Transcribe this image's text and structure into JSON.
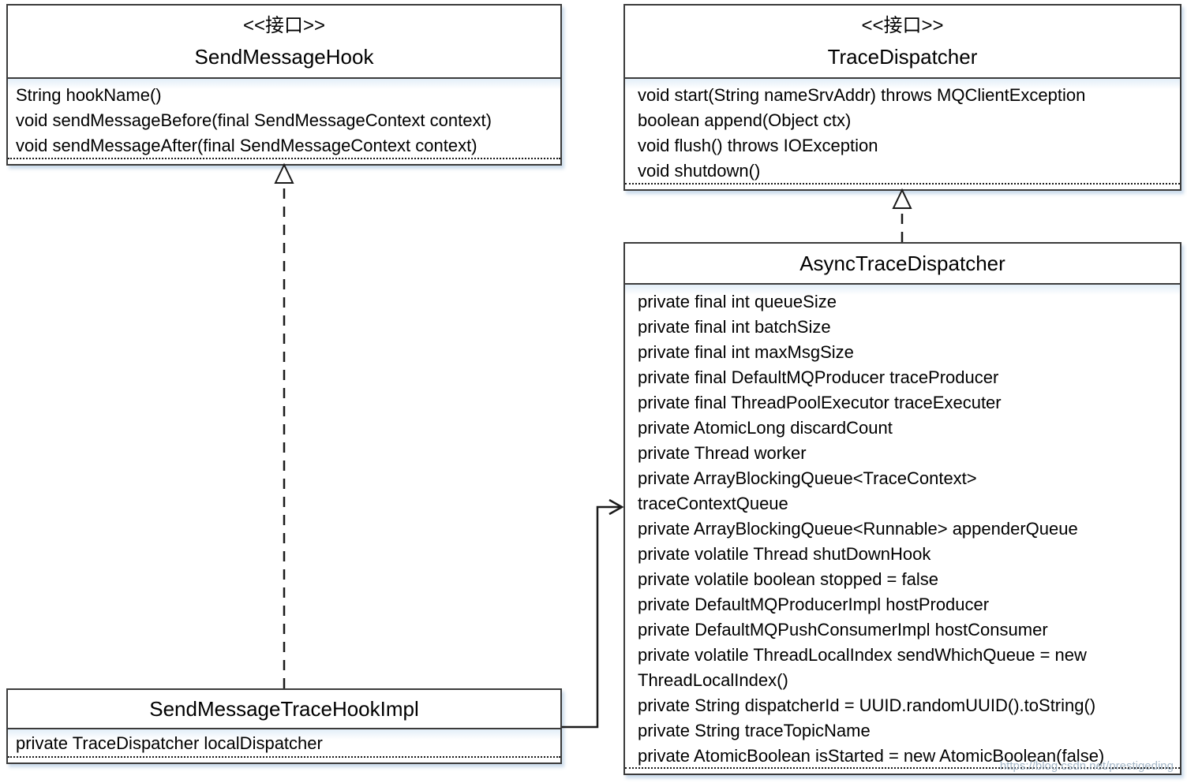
{
  "diagram": {
    "watermark": "https://blog.csdn.net/prestigeding"
  },
  "classes": [
    {
      "id": "send-message-hook",
      "stereotype": "<<接口>>",
      "name": "SendMessageHook",
      "members": [
        "String hookName()",
        "void sendMessageBefore(final SendMessageContext context)",
        "void sendMessageAfter(final SendMessageContext context)"
      ]
    },
    {
      "id": "trace-dispatcher",
      "stereotype": "<<接口>>",
      "name": "TraceDispatcher",
      "members": [
        "void start(String nameSrvAddr) throws MQClientException",
        "boolean append(Object ctx)",
        "void flush() throws IOException",
        "void shutdown()"
      ]
    },
    {
      "id": "async-trace-dispatcher",
      "stereotype": "",
      "name": "AsyncTraceDispatcher",
      "members": [
        "private final int queueSize",
        "private final int batchSize",
        "private final int maxMsgSize",
        "private final DefaultMQProducer traceProducer",
        "private final ThreadPoolExecutor traceExecuter",
        "private AtomicLong discardCount",
        "private Thread worker",
        "private ArrayBlockingQueue<TraceContext>",
        "traceContextQueue",
        "private ArrayBlockingQueue<Runnable> appenderQueue",
        "private volatile Thread shutDownHook",
        "private volatile boolean stopped = false",
        "private DefaultMQProducerImpl hostProducer",
        "private DefaultMQPushConsumerImpl hostConsumer",
        "private volatile ThreadLocalIndex sendWhichQueue = new",
        "ThreadLocalIndex()",
        "private String dispatcherId = UUID.randomUUID().toString()",
        "private String traceTopicName",
        "private AtomicBoolean isStarted = new AtomicBoolean(false)"
      ]
    },
    {
      "id": "send-message-trace-hook-impl",
      "stereotype": "",
      "name": "SendMessageTraceHookImpl",
      "members": [
        "private TraceDispatcher localDispatcher"
      ]
    }
  ],
  "relations": [
    {
      "from": "SendMessageTraceHookImpl",
      "to": "SendMessageHook",
      "type": "realization"
    },
    {
      "from": "AsyncTraceDispatcher",
      "to": "TraceDispatcher",
      "type": "realization"
    },
    {
      "from": "SendMessageTraceHookImpl",
      "to": "AsyncTraceDispatcher",
      "type": "association"
    }
  ]
}
